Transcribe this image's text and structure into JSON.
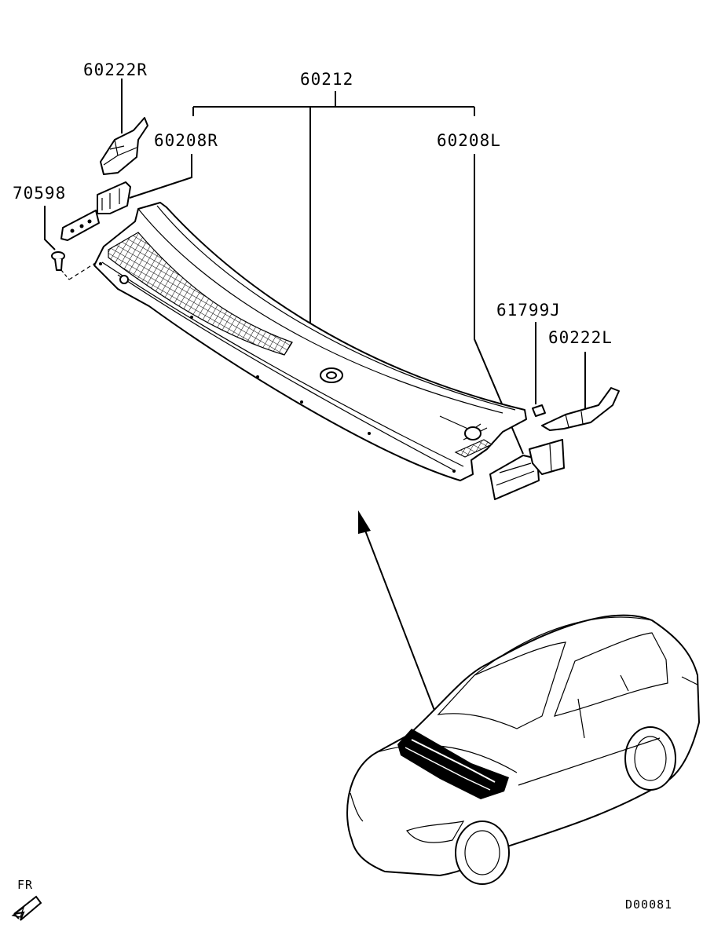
{
  "callouts": {
    "part_60222R": "60222R",
    "part_60212": "60212",
    "part_60208R": "60208R",
    "part_60208L": "60208L",
    "part_70598": "70598",
    "part_61799J": "61799J",
    "part_60222L": "60222L"
  },
  "orientation": {
    "label": "FR",
    "icon": "front-direction-arrow-icon"
  },
  "diagram_code": "D00081",
  "colors": {
    "line": "#000000",
    "background": "#ffffff"
  }
}
